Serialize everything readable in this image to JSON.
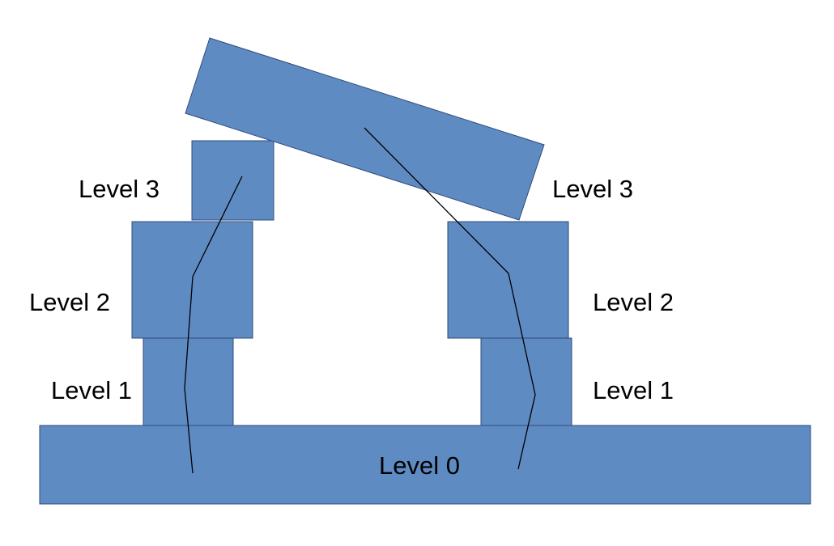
{
  "colors": {
    "block_fill": "#5f8bc3",
    "block_stroke": "#2f4b7c",
    "line": "#000000"
  },
  "labels": {
    "left_level_1": "Level 1",
    "left_level_2": "Level 2",
    "left_level_3": "Level 3",
    "right_level_1": "Level 1",
    "right_level_2": "Level 2",
    "right_level_3": "Level 3",
    "base_level_0": "Level 0"
  }
}
